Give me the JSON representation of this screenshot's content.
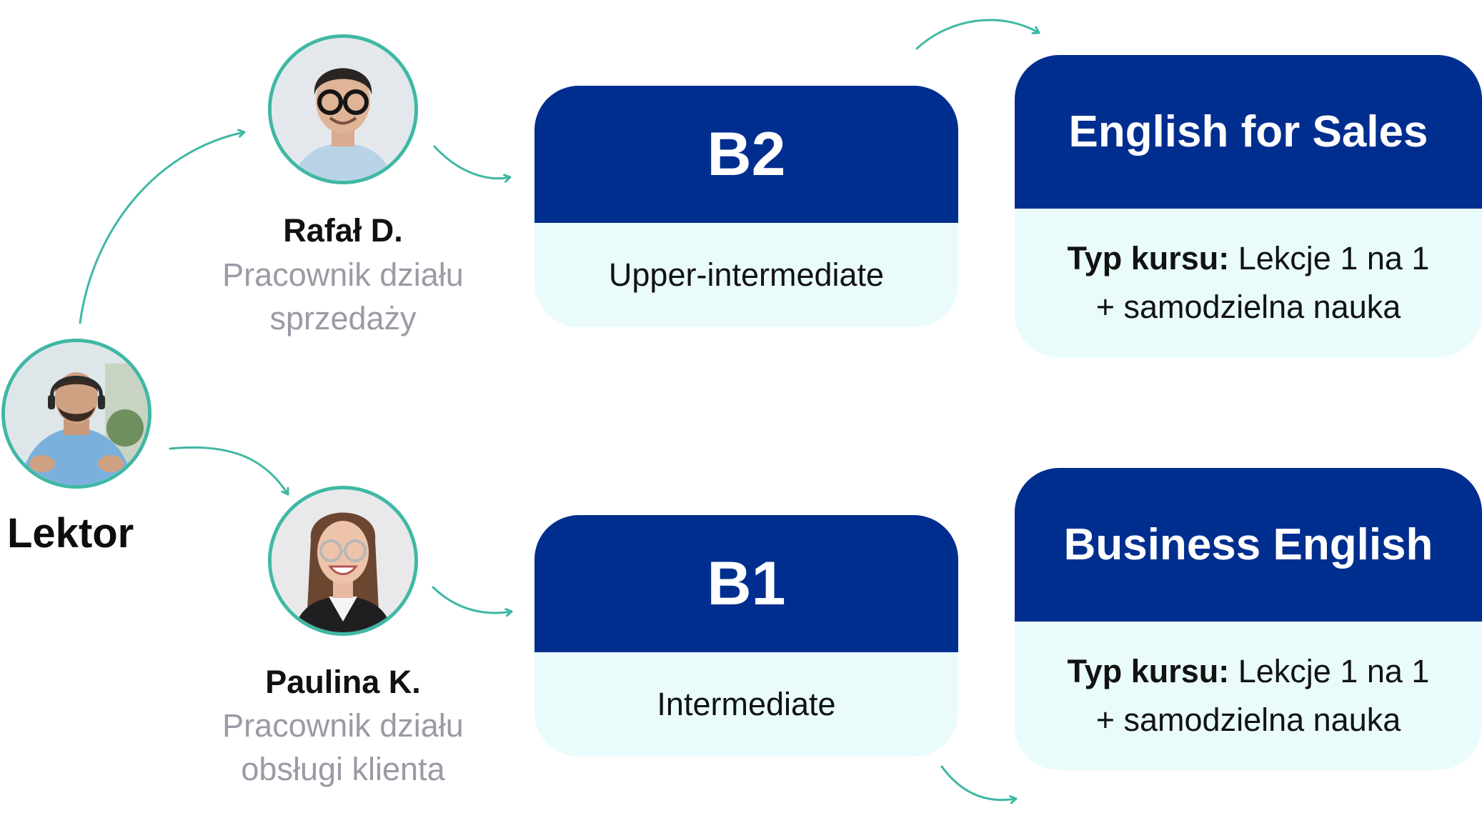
{
  "trainer": {
    "label": "Lektor",
    "photo_icon": "trainer-photo-icon"
  },
  "people": [
    {
      "name": "Rafał D.",
      "role_line1": "Pracownik działu",
      "role_line2": "sprzedaży",
      "photo_icon": "rafal-photo-icon"
    },
    {
      "name": "Paulina K.",
      "role_line1": "Pracownik działu",
      "role_line2": "obsługi klienta",
      "photo_icon": "paulina-photo-icon"
    }
  ],
  "levels": [
    {
      "code": "B2",
      "description": "Upper-intermediate"
    },
    {
      "code": "B1",
      "description": "Intermediate"
    }
  ],
  "courses": [
    {
      "title": "English for Sales",
      "type_label": "Typ kursu:",
      "type_value": "Lekcje 1 na 1",
      "type_line2": "+ samodzielna nauka"
    },
    {
      "title": "Business English",
      "type_label": "Typ kursu:",
      "type_value": "Lekcje 1 na 1",
      "type_line2": "+ samodzielna nauka"
    }
  ],
  "colors": {
    "card_header": "#002e8f",
    "card_body": "#e9fcfb",
    "accent_teal": "#3fb8a4",
    "role_text": "#9b9aa5"
  }
}
